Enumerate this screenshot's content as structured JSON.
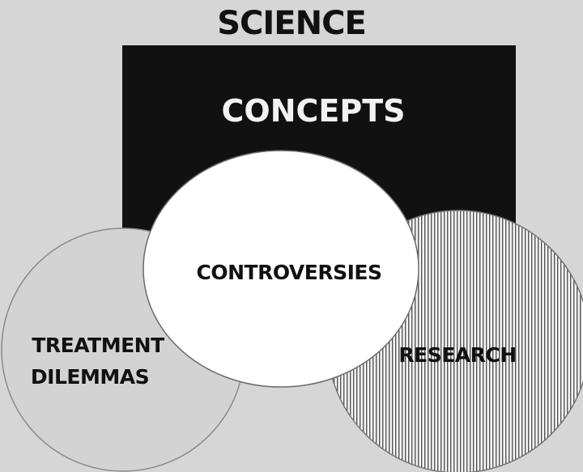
{
  "diagram": {
    "title": "SCIENCE",
    "concepts_label": "CONCEPTS",
    "controversies_label": "CONTROVERSIES",
    "treatment_line1": "TREATMENT",
    "treatment_line2": "DILEMMAS",
    "research_label": "RESEARCH"
  },
  "colors": {
    "background": "#d6d6d6",
    "concepts_fill": "#111111",
    "controversies_fill": "#ffffff",
    "treatment_fill": "#d3d3d3",
    "research_stripe": "#555555",
    "text_dark": "#111111",
    "text_light": "#f2f2f2"
  }
}
